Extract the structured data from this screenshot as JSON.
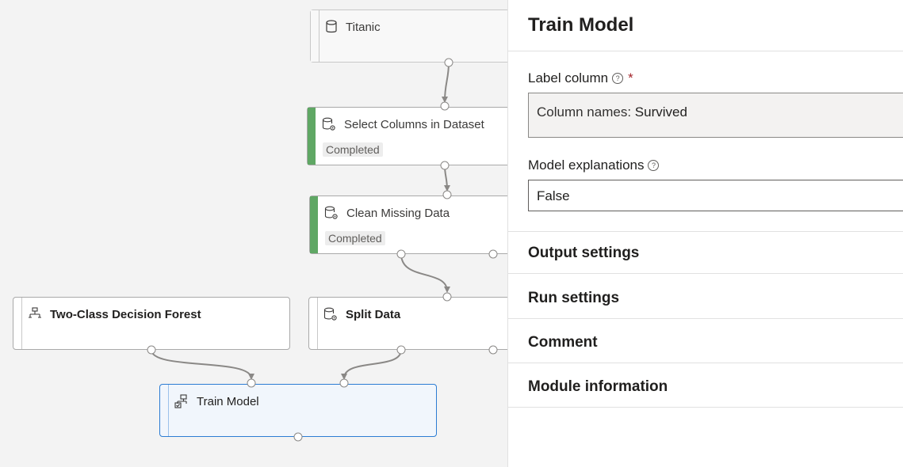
{
  "canvas": {
    "nodes": {
      "titanic": {
        "title": "Titanic",
        "icon": "dataset-icon"
      },
      "select_columns": {
        "title": "Select Columns in Dataset",
        "status": "Completed",
        "icon": "module-gear-icon"
      },
      "clean_missing": {
        "title": "Clean Missing Data",
        "status": "Completed",
        "icon": "module-gear-icon"
      },
      "two_class": {
        "title": "Two-Class Decision Forest",
        "icon": "tree-icon"
      },
      "split_data": {
        "title": "Split Data",
        "icon": "module-gear-icon"
      },
      "train_model": {
        "title": "Train Model",
        "icon": "train-icon"
      }
    },
    "colors": {
      "completed_bar": "#5fa764",
      "selected_border": "#2b7cd3",
      "canvas_bg": "#f3f3f3"
    }
  },
  "panel": {
    "title": "Train Model",
    "label_column": {
      "label": "Label column",
      "required_mark": "*",
      "prefix": "Column names: ",
      "value": "Survived"
    },
    "model_explanations": {
      "label": "Model explanations",
      "value": "False"
    },
    "sections": [
      "Output settings",
      "Run settings",
      "Comment",
      "Module information"
    ]
  }
}
